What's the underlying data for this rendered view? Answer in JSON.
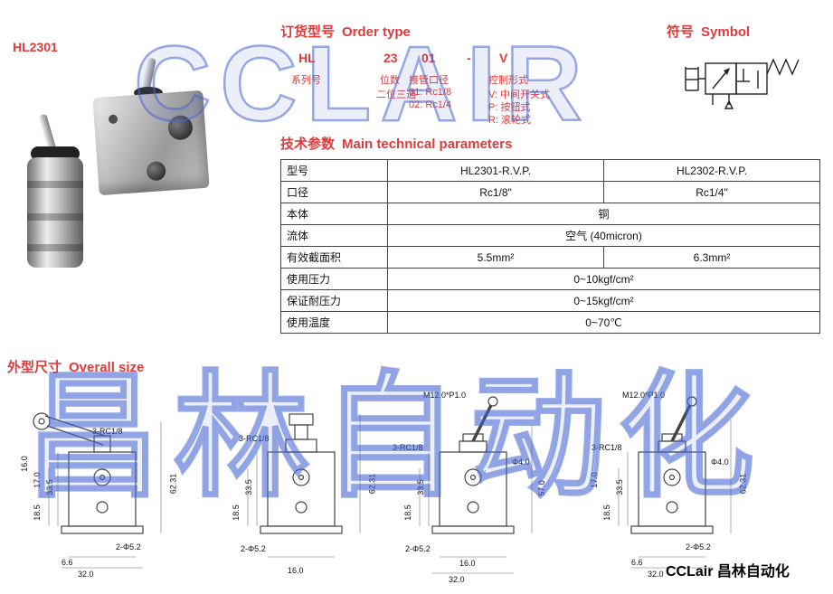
{
  "page": {
    "product_code": "HL2301",
    "watermark_top": "CCLAIR",
    "watermark_bottom": "昌林自动化",
    "footer_brand": "CCLair 昌林自动化"
  },
  "order_type": {
    "title_cn": "订货型号",
    "title_en": "Order type",
    "code": [
      "HL",
      "23",
      "01",
      "-",
      "V"
    ],
    "annotations": {
      "series": "系列号",
      "digits": "位数",
      "port_size": "接管口径",
      "control": "控制形式",
      "two_pos_three_way": "二位三通",
      "port_01": "01: Rc1/8",
      "port_02": "02: Rc1/4",
      "ctrl_v": "V: 中间开关式",
      "ctrl_p": "P: 按钮式",
      "ctrl_r": "R: 滚轮式"
    }
  },
  "symbol": {
    "title_cn": "符号",
    "title_en": "Symbol"
  },
  "tech": {
    "title_cn": "技术参数",
    "title_en": "Main technical parameters",
    "rows": [
      {
        "label": "型号",
        "v1": "HL2301-R.V.P.",
        "v2": "HL2302-R.V.P."
      },
      {
        "label": "口径",
        "v1": "Rc1/8\"",
        "v2": "Rc1/4\""
      },
      {
        "label": "本体",
        "v1": "铜"
      },
      {
        "label": "流体",
        "v1": "空气 (40micron)"
      },
      {
        "label": "有效截面积",
        "v1": "5.5mm²",
        "v2": "6.3mm²"
      },
      {
        "label": "使用压力",
        "v1": "0~10kgf/cm²"
      },
      {
        "label": "保证耐压力",
        "v1": "0~15kgf/cm²"
      },
      {
        "label": "使用温度",
        "v1": "0~70℃"
      }
    ]
  },
  "overall": {
    "title_cn": "外型尺寸",
    "title_en": "Overall size",
    "drawings": [
      {
        "name": "roller-lever-valve",
        "dims": [
          "3-RC1/8",
          "16.0",
          "17.0",
          "33.5",
          "18.5",
          "62.31",
          "6.6",
          "32.0",
          "2-Φ5.2"
        ]
      },
      {
        "name": "push-button-valve",
        "dims": [
          "3-RC1/8",
          "62.31",
          "33.5",
          "18.5",
          "2-Φ5.2",
          "16.0"
        ]
      },
      {
        "name": "toggle-valve-rc18",
        "dims": [
          "M12.0*P1.0",
          "3-RC1/8",
          "Φ4.0",
          "57.0",
          "33.5",
          "18.5",
          "2-Φ5.2",
          "16.0",
          "32.0"
        ]
      },
      {
        "name": "toggle-valve-rc14",
        "dims": [
          "M12.0*P1.0",
          "3-RC1/8",
          "Φ4.0",
          "62.31",
          "33.5",
          "18.5",
          "17.0",
          "6.6",
          "32.0",
          "2-Φ5.2"
        ]
      }
    ]
  }
}
